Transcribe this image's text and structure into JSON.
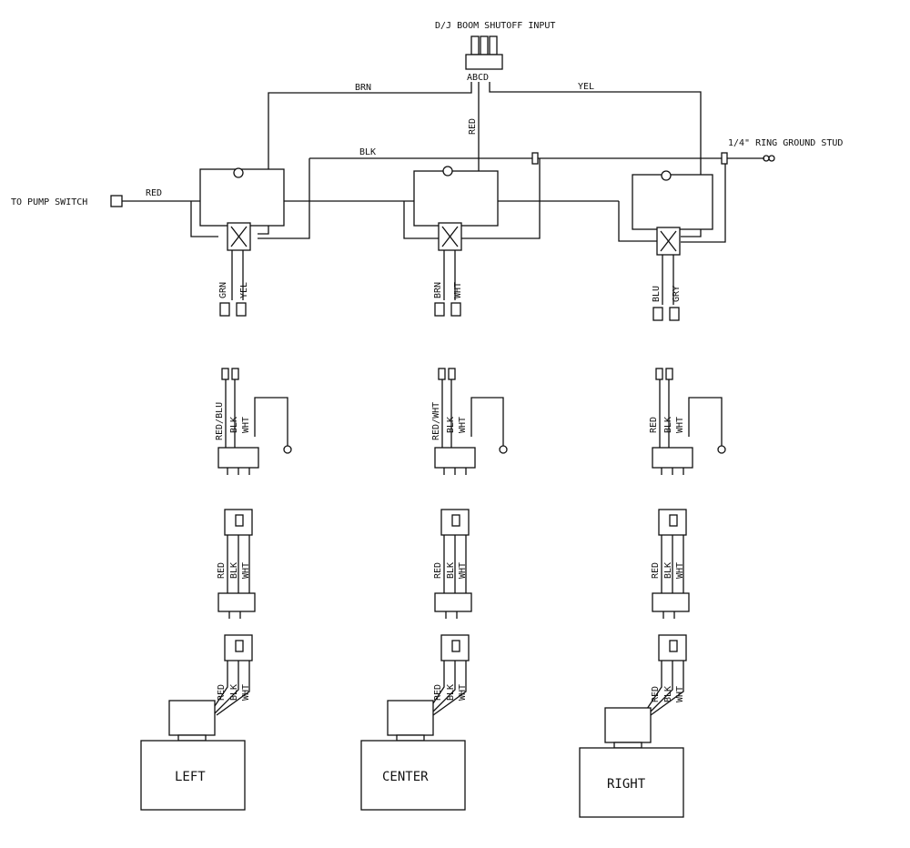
{
  "labels": {
    "input": "D/J BOOM SHUTOFF INPUT",
    "input_pins": "ABCD",
    "ground": "1/4\" RING GROUND STUD",
    "pump": "TO PUMP SWITCH",
    "brn": "BRN",
    "yel": "YEL",
    "blk": "BLK",
    "red": "RED"
  },
  "sections": [
    {
      "sw_wires": [
        "GRN",
        "YEL"
      ],
      "harness1": [
        "RED/BLU",
        "BLK",
        "WHT"
      ],
      "wires": [
        "RED",
        "BLK",
        "WHT"
      ],
      "name": "LEFT"
    },
    {
      "sw_wires": [
        "BRN",
        "WHT"
      ],
      "harness1": [
        "RED/WHT",
        "BLK",
        "WHT"
      ],
      "wires": [
        "RED",
        "BLK",
        "WHT"
      ],
      "name": "CENTER"
    },
    {
      "sw_wires": [
        "BLU",
        "GRY"
      ],
      "harness1": [
        "RED",
        "BLK",
        "WHT"
      ],
      "wires": [
        "RED",
        "BLK",
        "WHT"
      ],
      "name": "RIGHT"
    }
  ]
}
